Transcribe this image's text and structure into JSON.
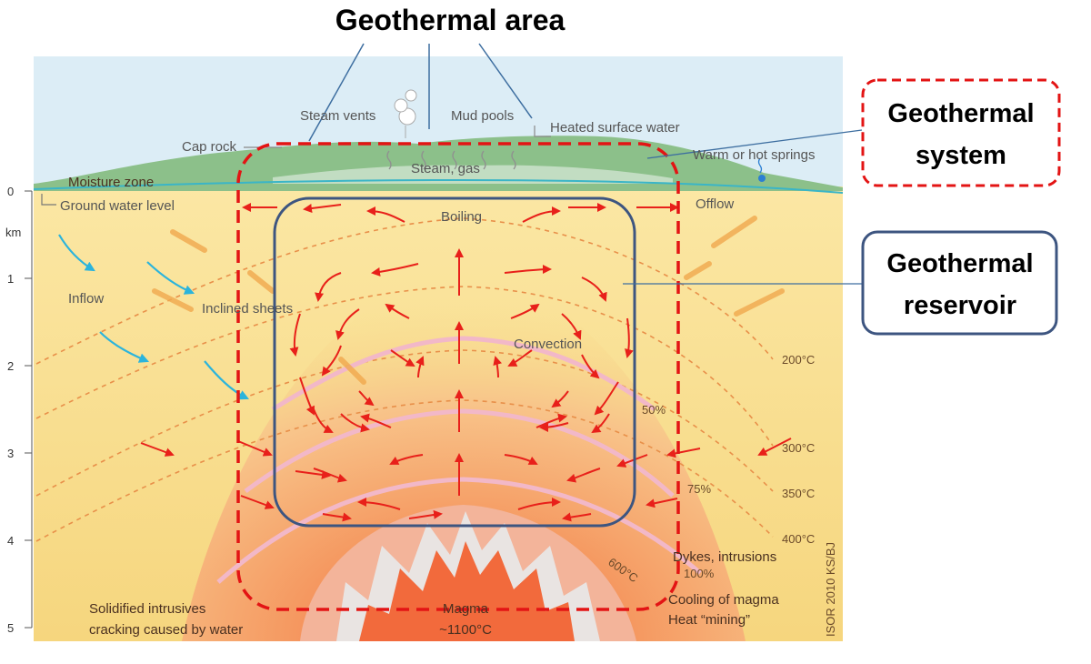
{
  "title": "Geothermal area",
  "callouts": {
    "system_line1": "Geothermal",
    "system_line2": "system",
    "reservoir_line1": "Geothermal",
    "reservoir_line2": "reservoir"
  },
  "labels": {
    "steam_vents": "Steam vents",
    "mud_pools": "Mud pools",
    "heated_surface_water": "Heated surface water",
    "cap_rock": "Cap rock",
    "warm_hot_springs": "Warm or hot springs",
    "moisture_zone": "Moisture zone",
    "steam_gas": "Steam, gas",
    "ground_water_level": "Ground water level",
    "boiling": "Boiling",
    "offlow": "Offlow",
    "inflow": "Inflow",
    "inclined_sheets": "Inclined sheets",
    "convection": "Convection",
    "pct_50": "50%",
    "pct_75": "75%",
    "pct_100": "100%",
    "dykes": "Dykes, intrusions",
    "solidified_1": "Solidified intrusives",
    "solidified_2": "cracking caused by water",
    "magma": "Magma",
    "magma_temp": "~1100°C",
    "cooling_1": "Cooling of magma",
    "cooling_2": "Heat “mining”",
    "credit": "ISOR 2010 KS/BJ"
  },
  "temperatures": [
    "200°C",
    "300°C",
    "350°C",
    "400°C",
    "600°C"
  ],
  "depth_axis": {
    "unit": "km",
    "ticks": [
      "0",
      "1",
      "2",
      "3",
      "4",
      "5"
    ]
  },
  "colors": {
    "sky": "#dcedf6",
    "ground": "#f8de8c",
    "surface_green": "#8cc08a",
    "water_line": "#3ab5c7",
    "system_box": "#e31414",
    "reservoir_box": "#3d5580",
    "arrow_red": "#e8201a",
    "arrow_blue": "#2bb4dc",
    "magma": "#f26a3c"
  }
}
